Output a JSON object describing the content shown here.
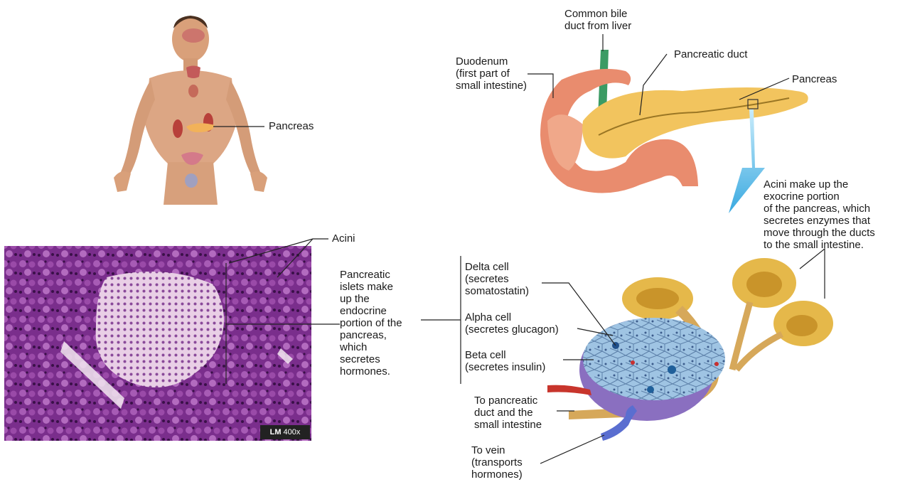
{
  "labels": {
    "pancreas_body": "Pancreas",
    "common_bile_duct": [
      "Common bile",
      "duct from liver"
    ],
    "duodenum": [
      "Duodenum",
      "(first part of",
      "small intestine)"
    ],
    "pancreatic_duct": "Pancreatic duct",
    "pancreas_organ": "Pancreas",
    "acini_note": [
      "Acini make up the",
      "exocrine portion",
      "of the pancreas, which",
      "secretes enzymes that",
      "move through the ducts",
      "to the small intestine."
    ],
    "acini": "Acini",
    "islets_note": [
      "Pancreatic",
      "islets make",
      "up the",
      "endocrine",
      "portion of the",
      "pancreas,",
      "which",
      "secretes",
      "hormones."
    ],
    "delta_cell": [
      "Delta cell",
      "(secretes",
      "somatostatin)"
    ],
    "alpha_cell": [
      "Alpha cell",
      "(secretes glucagon)"
    ],
    "beta_cell": [
      "Beta cell",
      "(secretes insulin)"
    ],
    "to_duct": [
      "To pancreatic",
      "duct and the",
      "small intestine"
    ],
    "to_vein": [
      "To vein",
      "(transports",
      "hormones)"
    ]
  },
  "micrograph_badge": {
    "method": "LM",
    "magnification": "400x"
  }
}
